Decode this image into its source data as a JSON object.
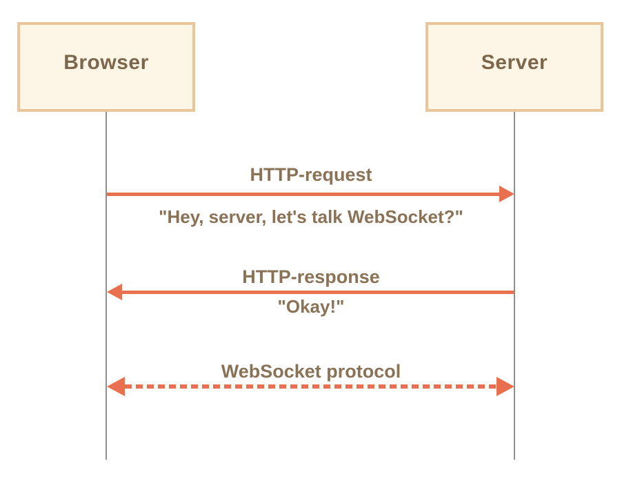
{
  "diagram": {
    "type": "sequence-diagram",
    "actors": [
      {
        "id": "browser",
        "label": "Browser"
      },
      {
        "id": "server",
        "label": "Server"
      }
    ],
    "messages": [
      {
        "label": "HTTP-request",
        "sublabel": "\"Hey, server, let's talk WebSocket?\"",
        "from": "Browser",
        "to": "Server",
        "line_style": "solid",
        "bidirectional": false
      },
      {
        "label": "HTTP-response",
        "sublabel": "\"Okay!\"",
        "from": "Server",
        "to": "Browser",
        "line_style": "solid",
        "bidirectional": false
      },
      {
        "label": "WebSocket protocol",
        "sublabel": "",
        "from": "Browser",
        "to": "Server",
        "line_style": "dashed",
        "bidirectional": true
      }
    ],
    "colors": {
      "box_fill": "#fdf6e7",
      "box_border": "#e9c69a",
      "actor_text": "#7d674c",
      "label_text": "#8a7256",
      "arrow": "#e8704e",
      "lifeline": "#8f8f8f",
      "canvas_bg": "#ffffff"
    }
  }
}
